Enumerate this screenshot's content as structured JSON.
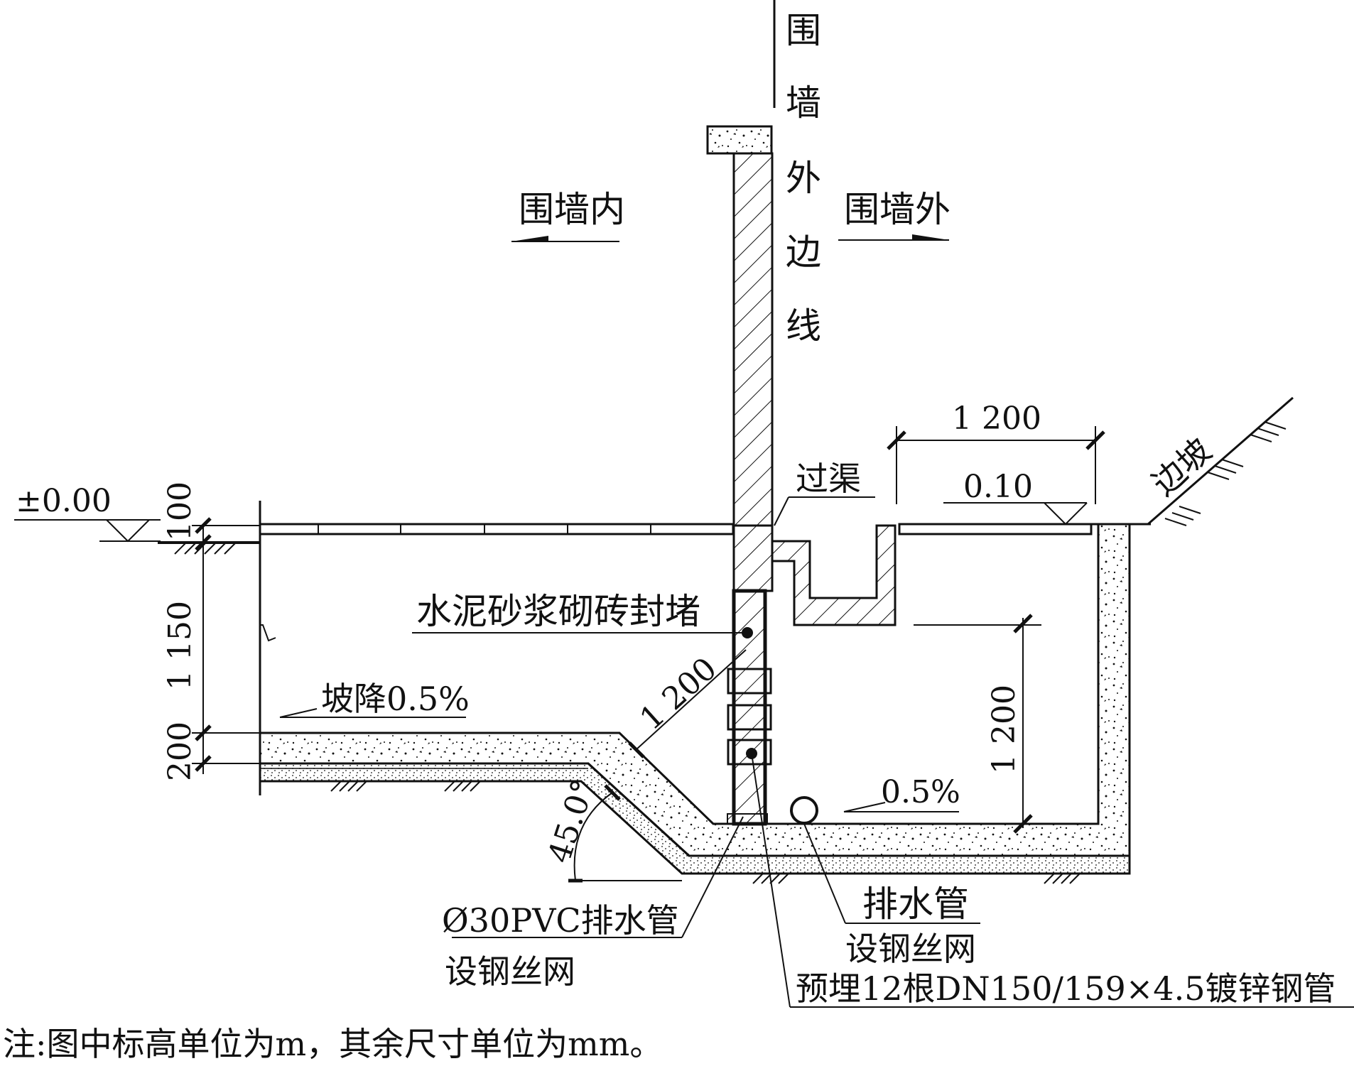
{
  "diagram": {
    "labels": {
      "wall_outer_line": [
        "围",
        "墙",
        "外",
        "边",
        "线"
      ],
      "inside": "围墙内",
      "outside": "围墙外",
      "culvert": "过渠",
      "slope_bank": "边坡",
      "seal": "水泥砂浆砌砖封堵",
      "slope_drop": "坡降0.5%",
      "pvc_pipe": "Ø30PVC排水管",
      "steel_mesh_1": "设钢丝网",
      "drain_pipe": "排水管",
      "steel_mesh_2": "设钢丝网",
      "embedded_pipes": "预埋12根DN150/159×4.5镀锌钢管"
    },
    "dimensions": {
      "top_width": "1 200",
      "elev_right": "0.10",
      "elev_zero": "±0.00",
      "d100": "100",
      "d1150": "1 150",
      "d200": "200",
      "diag_1200": "1 200",
      "right_1200": "1 200",
      "bottom_slope": "0.5%",
      "angle": "45.0°"
    },
    "note": "注:图中标高单位为m，其余尺寸单位为mm。"
  }
}
